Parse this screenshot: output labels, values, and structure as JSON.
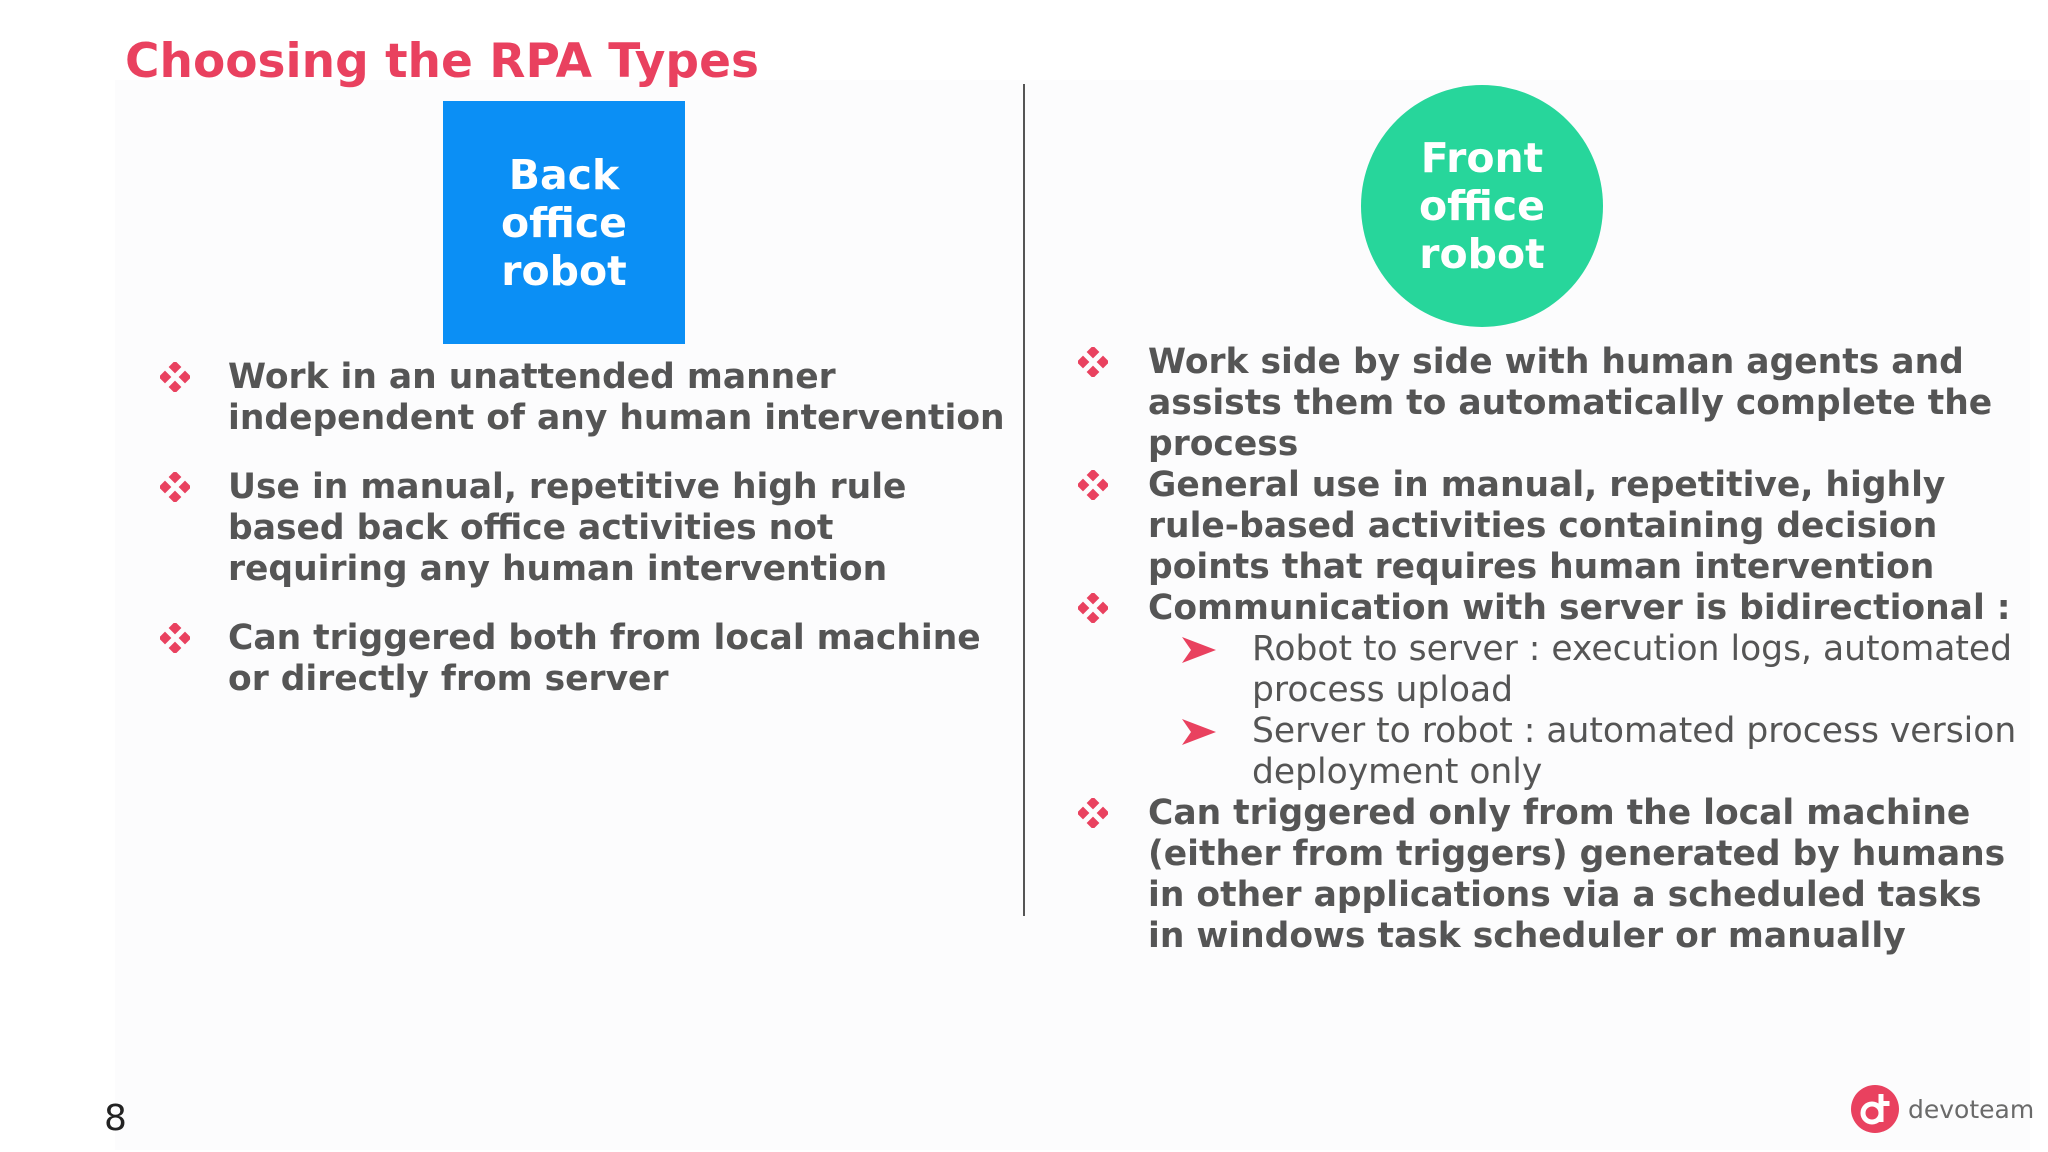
{
  "slide": {
    "title": "Choosing the RPA Types",
    "page_number": "8"
  },
  "colors": {
    "title": "#e9415f",
    "bullet": "#e9415f",
    "back_office_box": "#0b8ff5",
    "front_office_circle": "#27d69b",
    "text": "#555555"
  },
  "left": {
    "heading": "Back office robot",
    "bullets": [
      {
        "text": "Work in an unattended manner independent of any human intervention"
      },
      {
        "text": "Use in manual, repetitive high rule based back office activities not requiring any human intervention"
      },
      {
        "text": "Can triggered both from local machine or directly from server"
      }
    ]
  },
  "right": {
    "heading": "Front office robot",
    "bullets": [
      {
        "text": "Work side by side with human agents and assists them to automatically complete the process"
      },
      {
        "text": "General use in manual, repetitive, highly rule-based activities containing decision points that requires human intervention"
      },
      {
        "text": "Communication with server is bidirectional :"
      },
      {
        "text": "Can triggered only from the local machine (either from triggers) generated by humans in other applications via a scheduled tasks in windows task scheduler or manually"
      }
    ],
    "sub_bullets": [
      {
        "text": "Robot to server : execution logs, automated process upload"
      },
      {
        "text": "Server to robot : automated process version deployment only"
      }
    ]
  },
  "logo": {
    "wordmark": "devoteam",
    "icon": "devoteam-logo-icon"
  }
}
